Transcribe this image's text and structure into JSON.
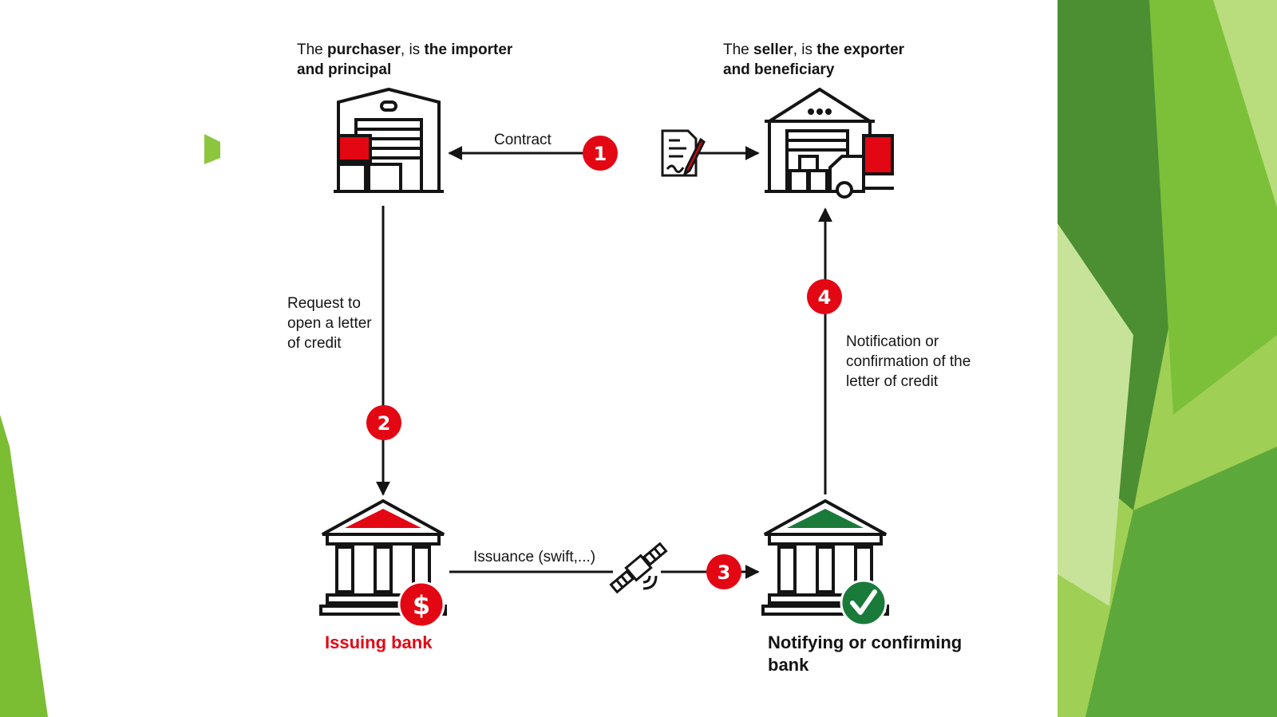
{
  "colors": {
    "accent_red": "#e30613",
    "accent_green": "#1a7a3a",
    "arrow": "#141414",
    "deco_green_light": "#8cc63e",
    "deco_green_dark": "#3f8a2c"
  },
  "parties": {
    "purchaser": {
      "caption_pre": "The ",
      "caption_bold1": "purchaser",
      "caption_mid": ", is ",
      "caption_bold2": "the importer and principal",
      "icon": "warehouse-icon"
    },
    "seller": {
      "caption_pre": "The ",
      "caption_bold1": "seller",
      "caption_mid": ", is ",
      "caption_bold2": "the exporter and beneficiary",
      "icon": "warehouse-truck-icon"
    },
    "issuing_bank": {
      "label": "Issuing bank",
      "icon": "bank-dollar-icon"
    },
    "notifying_bank": {
      "label": "Notifying or confirming bank",
      "icon": "bank-check-icon"
    }
  },
  "steps": [
    {
      "number": "1",
      "label": "Contract",
      "icon": "signed-document-icon"
    },
    {
      "number": "2",
      "label": "Request to open a letter of credit"
    },
    {
      "number": "3",
      "label": "Issuance (swift,...)",
      "icon": "satellite-icon"
    },
    {
      "number": "4",
      "label": "Notification or confirmation of the letter of credit"
    }
  ]
}
